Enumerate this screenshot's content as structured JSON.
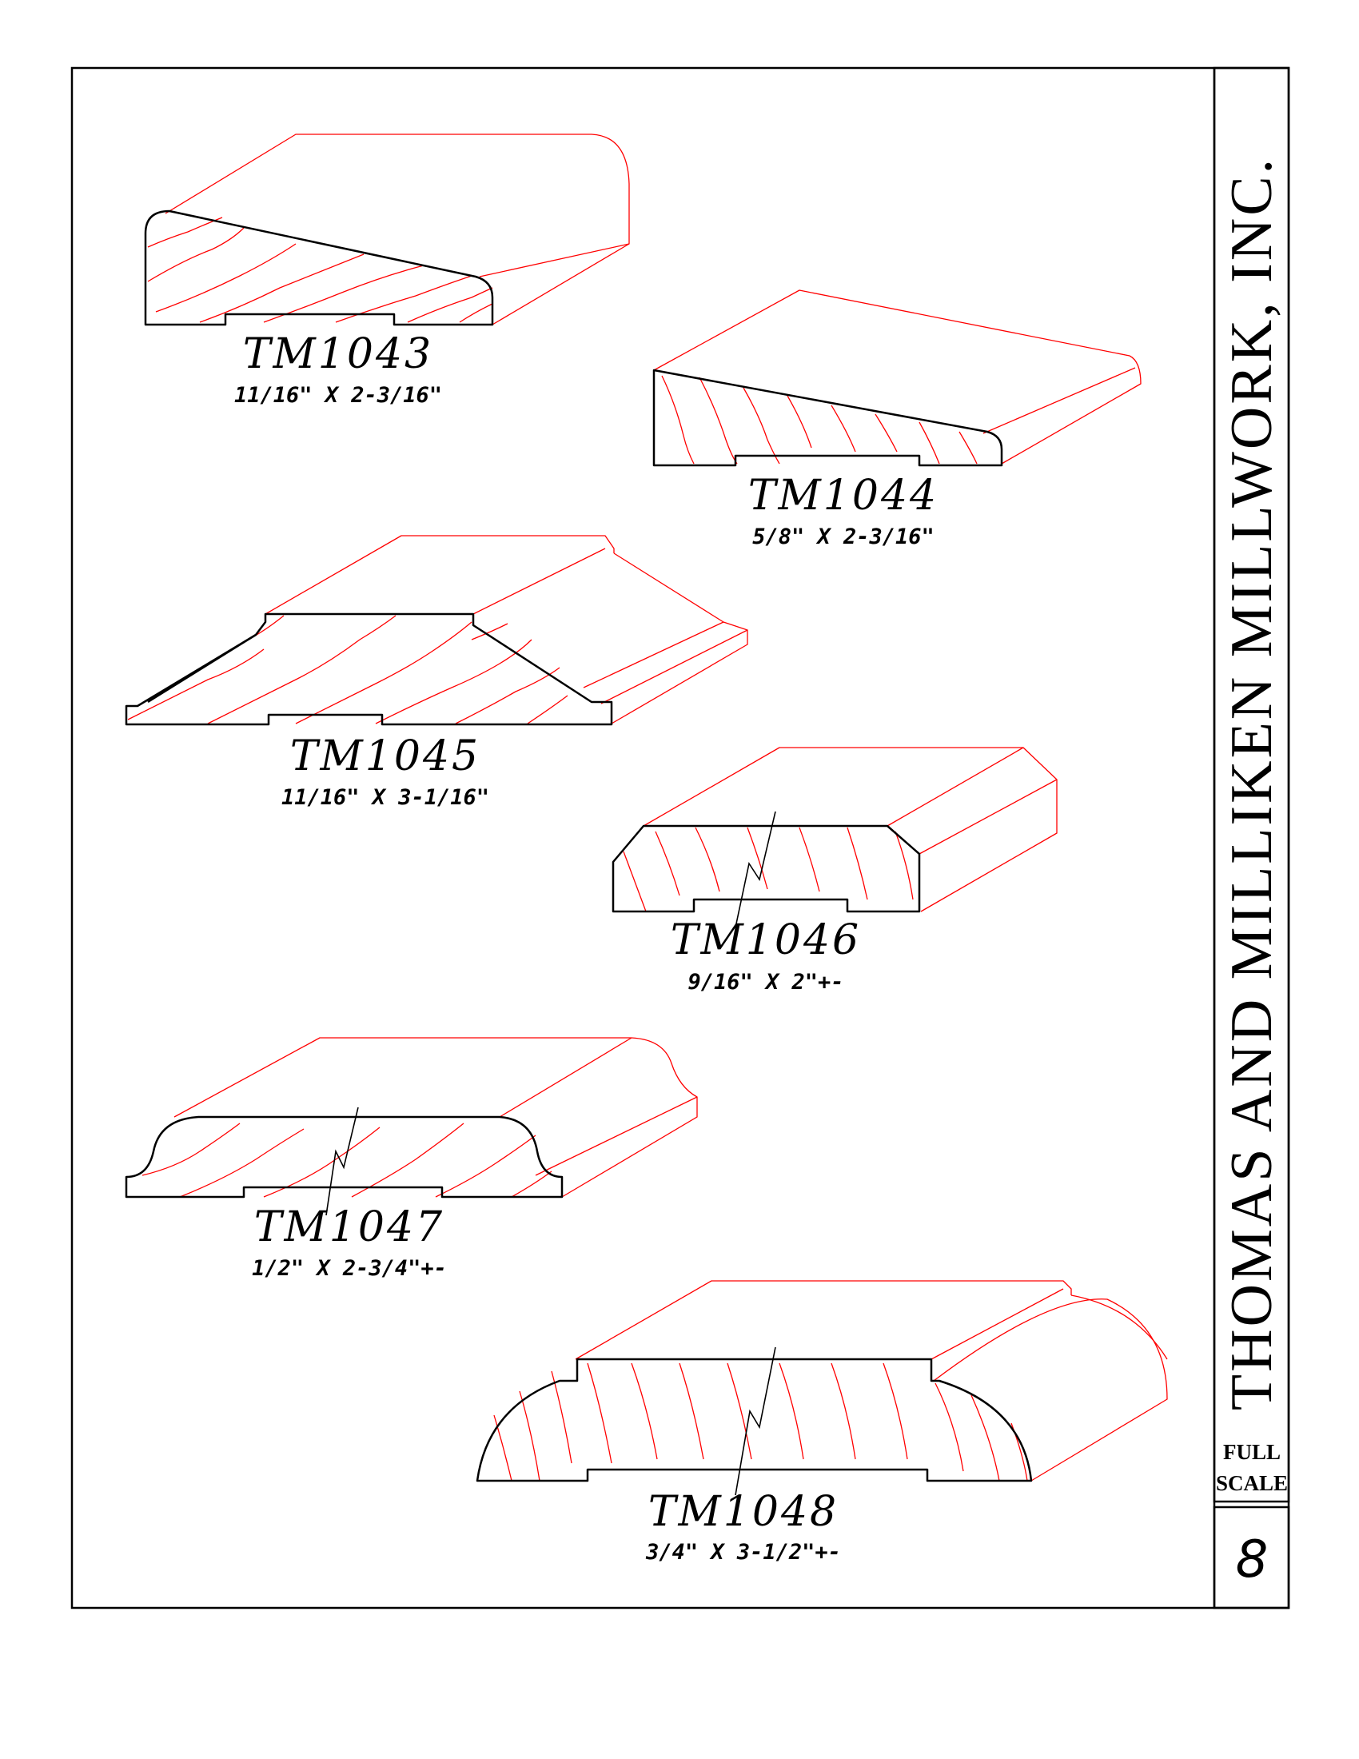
{
  "company": "THOMAS AND MILLIKEN MILLWORK, INC.",
  "scale": {
    "line1": "FULL",
    "line2": "SCALE"
  },
  "page_number": "8",
  "profiles": [
    {
      "code": "TM1043",
      "size": "11/16\"  X  2-3/16\""
    },
    {
      "code": "TM1044",
      "size": "5/8\"  X  2-3/16\""
    },
    {
      "code": "TM1045",
      "size": "11/16\"  X  3-1/16\""
    },
    {
      "code": "TM1046",
      "size": "9/16\"  X  2\"+-"
    },
    {
      "code": "TM1047",
      "size": "1/2\"  X  2-3/4\"+-"
    },
    {
      "code": "TM1048",
      "size": "3/4\"  X  3-1/2\"+-"
    }
  ],
  "colors": {
    "profile_outline": "#000000",
    "projection_lines": "#ff0000",
    "frame": "#000000"
  }
}
